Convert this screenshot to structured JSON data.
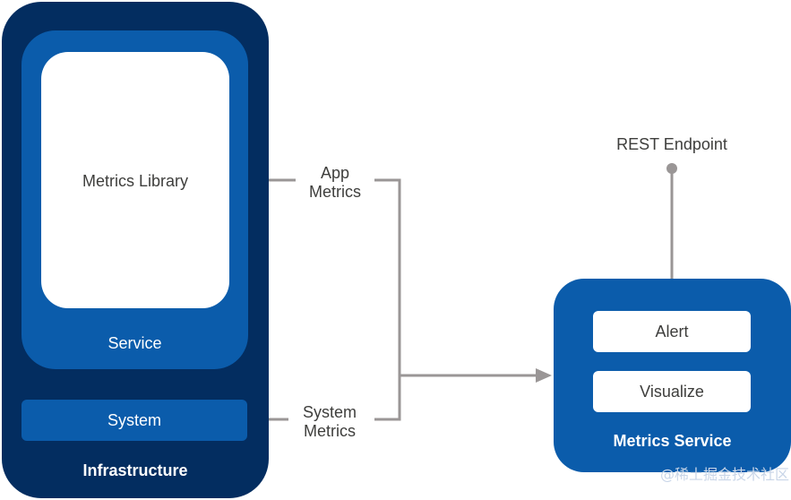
{
  "infrastructure": {
    "label": "Infrastructure",
    "service": {
      "label": "Service",
      "library_label": "Metrics Library"
    },
    "system_label": "System"
  },
  "flows": {
    "app_metrics_line1": "App",
    "app_metrics_line2": "Metrics",
    "system_metrics_line1": "System",
    "system_metrics_line2": "Metrics"
  },
  "metrics_service": {
    "label": "Metrics Service",
    "alert_label": "Alert",
    "visualize_label": "Visualize"
  },
  "rest_endpoint_label": "REST Endpoint",
  "watermark": "@稀土掘金技术社区",
  "colors": {
    "infrastructure": "#032d60",
    "service": "#0b5cab",
    "connector": "#9a9696",
    "label_text": "#3e3e3c"
  }
}
